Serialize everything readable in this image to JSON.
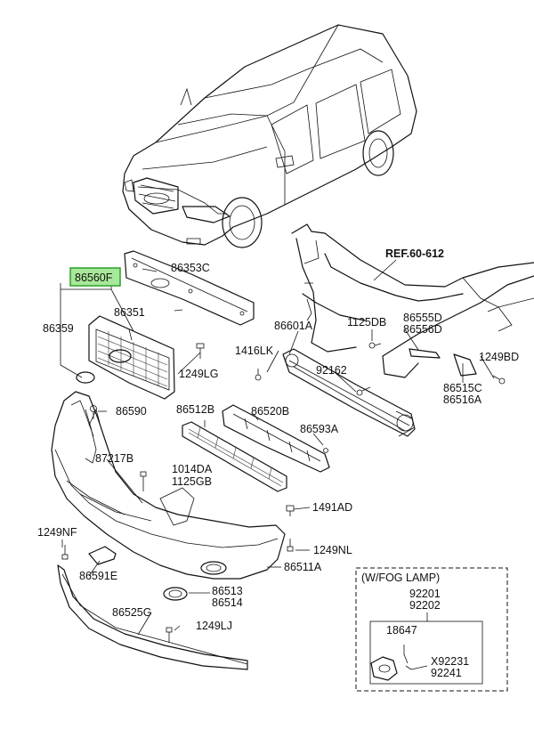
{
  "diagram": {
    "ref_label": "REF.60-612",
    "highlighted_part": "86560F",
    "parts": {
      "p86353C": "86353C",
      "p86351": "86351",
      "p86359": "86359",
      "p1249LG": "1249LG",
      "p86590": "86590",
      "p86512B": "86512B",
      "p86520B": "86520B",
      "p86593A": "86593A",
      "p87217B": "87217B",
      "p1014DA": "1014DA",
      "p1125GB": "1125GB",
      "p1491AD": "1491AD",
      "p1249NF": "1249NF",
      "p86591E": "86591E",
      "p1249NL": "1249NL",
      "p86511A": "86511A",
      "p86513": "86513",
      "p86514": "86514",
      "p86525G": "86525G",
      "p1249LJ": "1249LJ",
      "p86601A": "86601A",
      "p1125DB": "1125DB",
      "p86555D": "86555D",
      "p86556D": "86556D",
      "p1416LK": "1416LK",
      "p92162": "92162",
      "p1249BD": "1249BD",
      "p86515C": "86515C",
      "p86516A": "86516A"
    },
    "fog_lamp_box": {
      "title": "(W/FOG LAMP)",
      "p92201": "92201",
      "p92202": "92202",
      "p18647": "18647",
      "pX92231": "X92231",
      "p92241": "92241"
    }
  }
}
